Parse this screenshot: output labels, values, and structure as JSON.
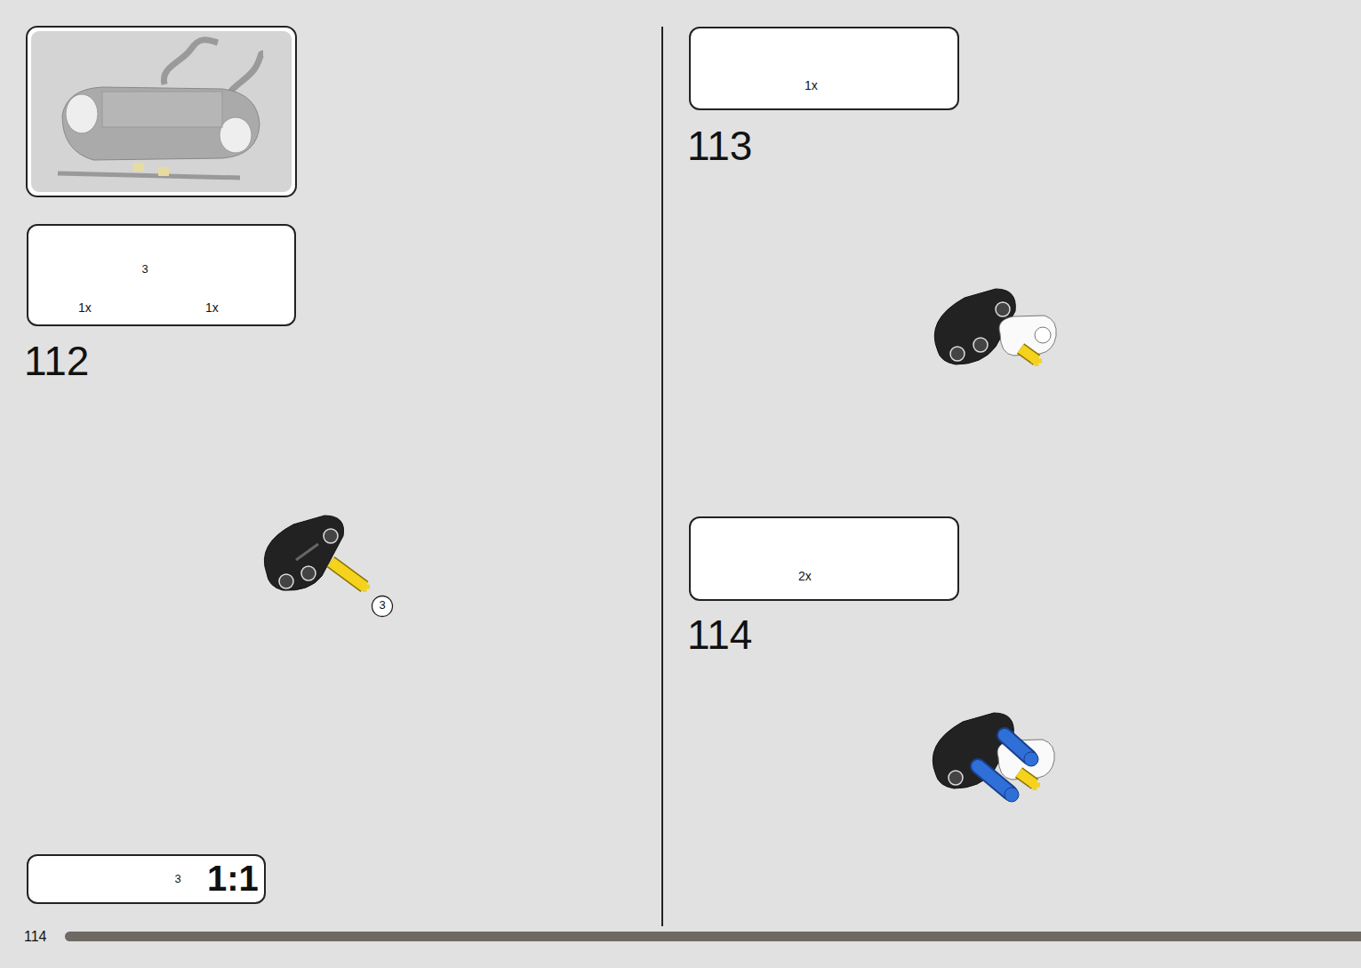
{
  "diagram": {
    "nodes": [
      {
        "text": [
          "3",
          "1x",
          "1x"
        ]
      },
      {
        "text": [
          "3",
          "1:1"
        ]
      },
      {
        "text": [
          "1x"
        ]
      },
      {
        "text": [
          "2x"
        ]
      }
    ],
    "labels": [
      "112",
      "3",
      "114",
      "113",
      "114"
    ]
  }
}
